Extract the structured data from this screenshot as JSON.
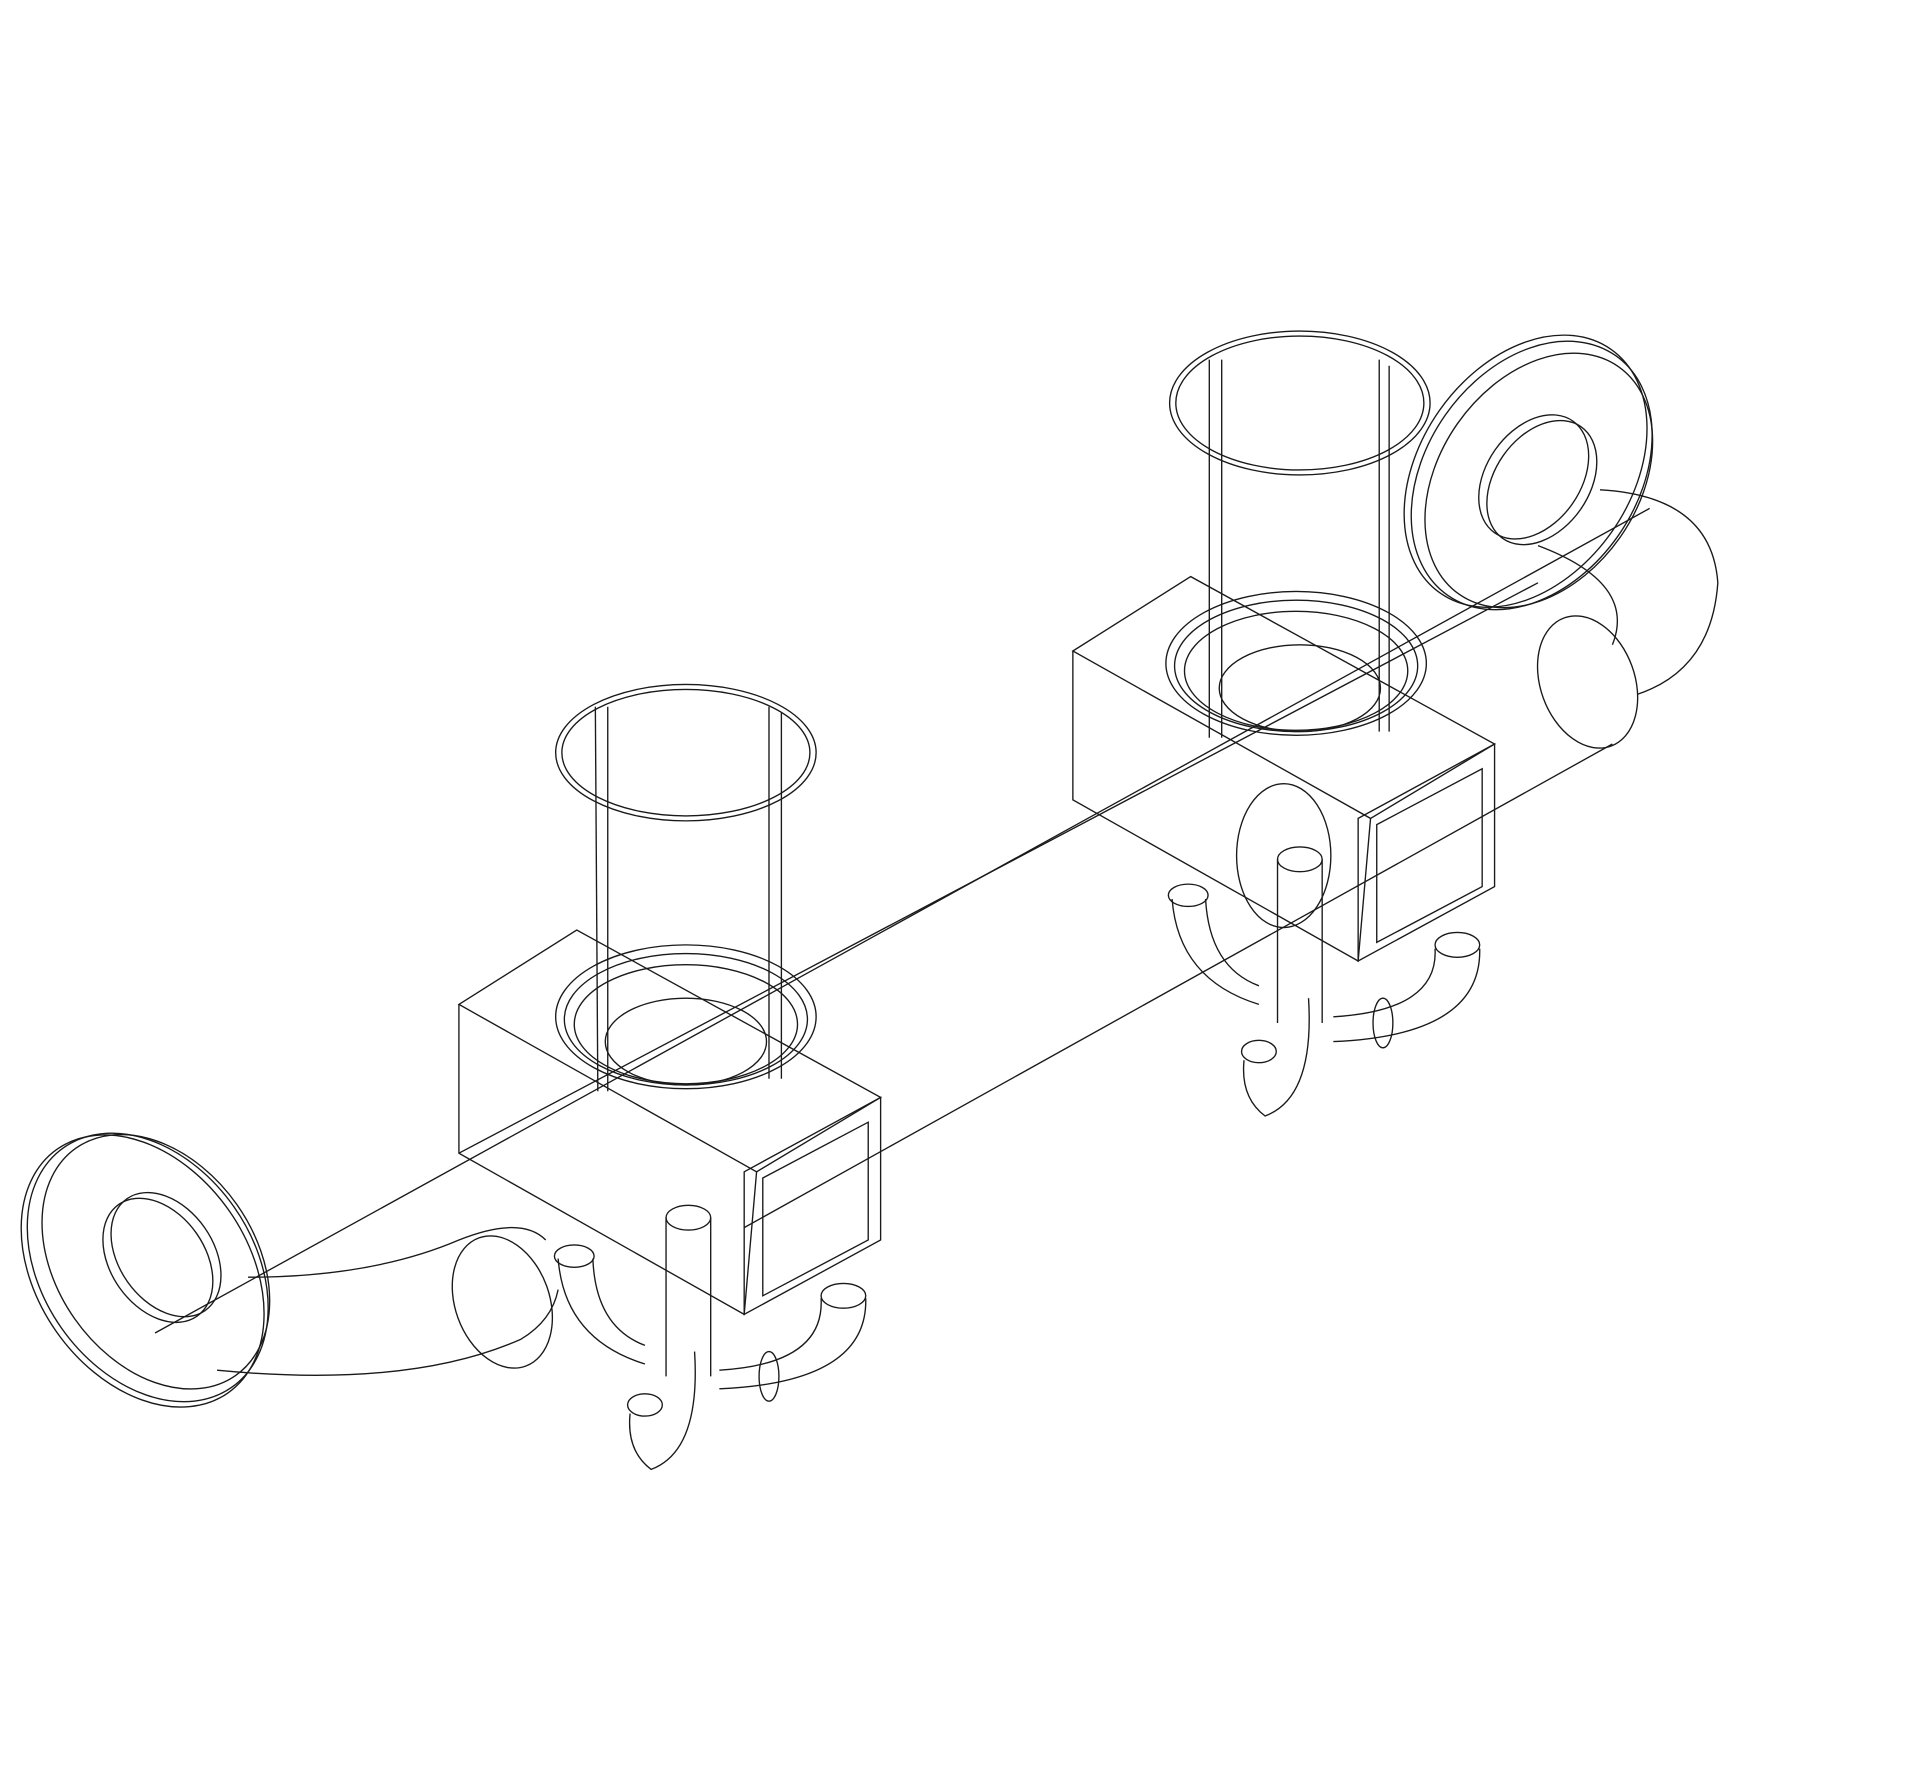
{
  "drawing": {
    "type": "isometric wireframe line drawing",
    "stroke_color": "#1a1a1a",
    "background_color": "#ffffff",
    "components": [
      "left-flange",
      "right-flange",
      "left-cup-holder",
      "right-cup-holder",
      "left-bracket-block",
      "right-bracket-block",
      "connecting-rod",
      "left-hooks",
      "right-hooks"
    ]
  }
}
